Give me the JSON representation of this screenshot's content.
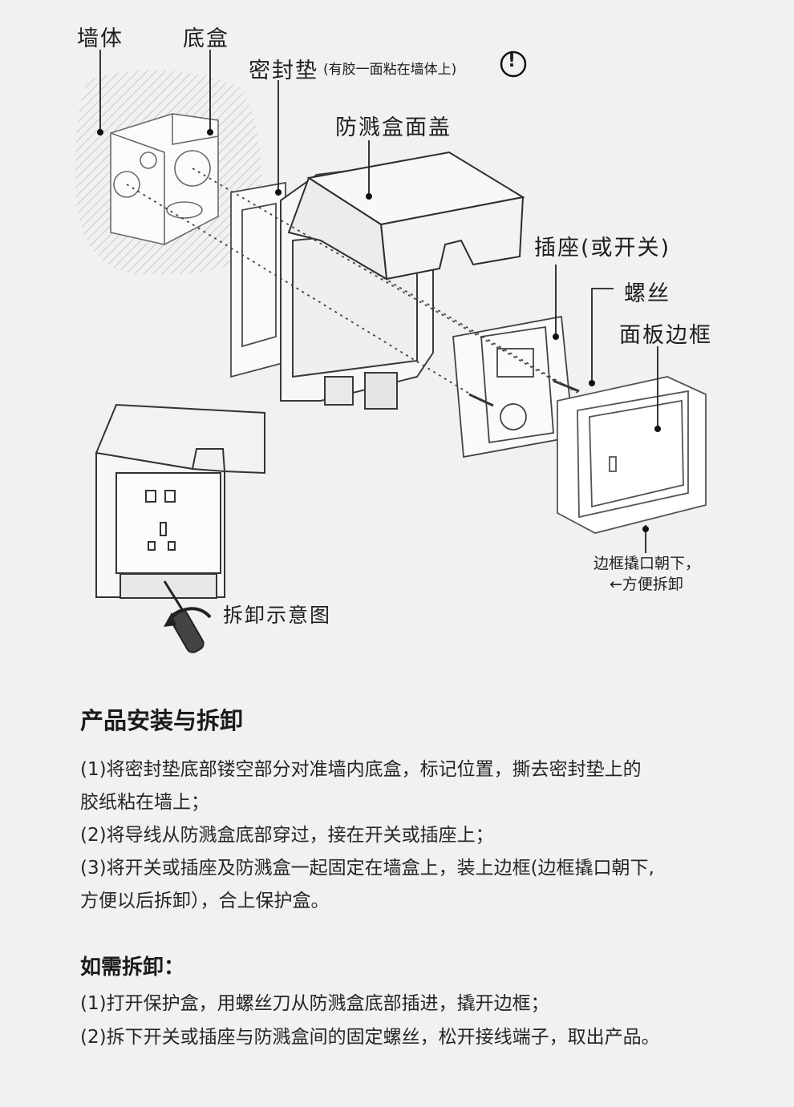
{
  "labels": {
    "wall": "墙体",
    "bottom_box": "底盒",
    "gasket": "密封垫",
    "gasket_note": "(有胶一面粘在墙体上)",
    "warning_mark": "!",
    "cover": "防溅盒面盖",
    "socket": "插座(或开关)",
    "screw": "螺丝",
    "frame": "面板边框",
    "frame_note_line1": "边框撬口朝下，",
    "frame_note_line2": "←方便拆卸",
    "disassembly_diagram": "拆卸示意图"
  },
  "install": {
    "title": "产品安装与拆卸",
    "lines": [
      "(1)将密封垫底部镂空部分对准墙内底盒，标记位置，撕去密封垫上的",
      "胶纸粘在墙上；",
      "(2)将导线从防溅盒底部穿过，接在开关或插座上；",
      "(3)将开关或插座及防溅盒一起固定在墙盒上，装上边框(边框撬口朝下,",
      "方便以后拆卸），合上保护盒。"
    ]
  },
  "removal": {
    "title": "如需拆卸：",
    "lines": [
      "(1)打开保护盒，用螺丝刀从防溅盒底部插进，撬开边框；",
      "(2)拆下开关或插座与防溅盒间的固定螺丝，松开接线端子，取出产品。"
    ]
  },
  "colors": {
    "background": "#f1f1f1",
    "line": "#3a3a3a",
    "text": "#222222"
  }
}
